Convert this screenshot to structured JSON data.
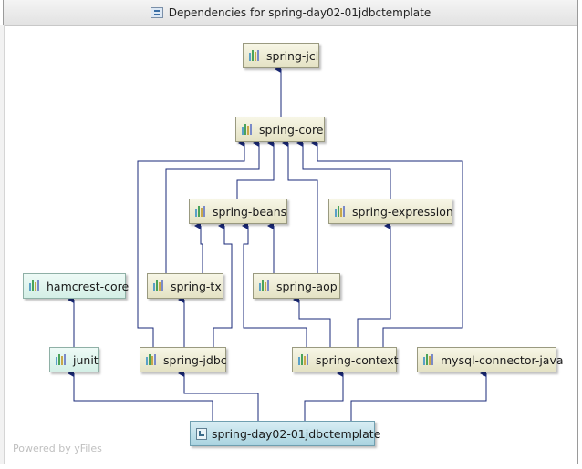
{
  "window": {
    "title": "Dependencies for spring-day02-01jdbctemplate"
  },
  "nodes": {
    "spring_jcl": "spring-jcl",
    "spring_core": "spring-core",
    "spring_beans": "spring-beans",
    "spring_expression": "spring-expression",
    "hamcrest_core": "hamcrest-core",
    "spring_tx": "spring-tx",
    "spring_aop": "spring-aop",
    "junit": "junit",
    "spring_jdbc": "spring-jdbc",
    "spring_context": "spring-context",
    "mysql_connector_java": "mysql-connector-java",
    "root": "spring-day02-01jdbctemplate"
  },
  "watermark": "Powered by yFiles",
  "icons": {
    "library": "library-books-icon",
    "module": "module-icon"
  },
  "colors": {
    "edge": "#1a2a7a",
    "node_fill": "#ece9d4",
    "test_fill": "#dff3ec",
    "root_fill": "#bfe0ea"
  }
}
